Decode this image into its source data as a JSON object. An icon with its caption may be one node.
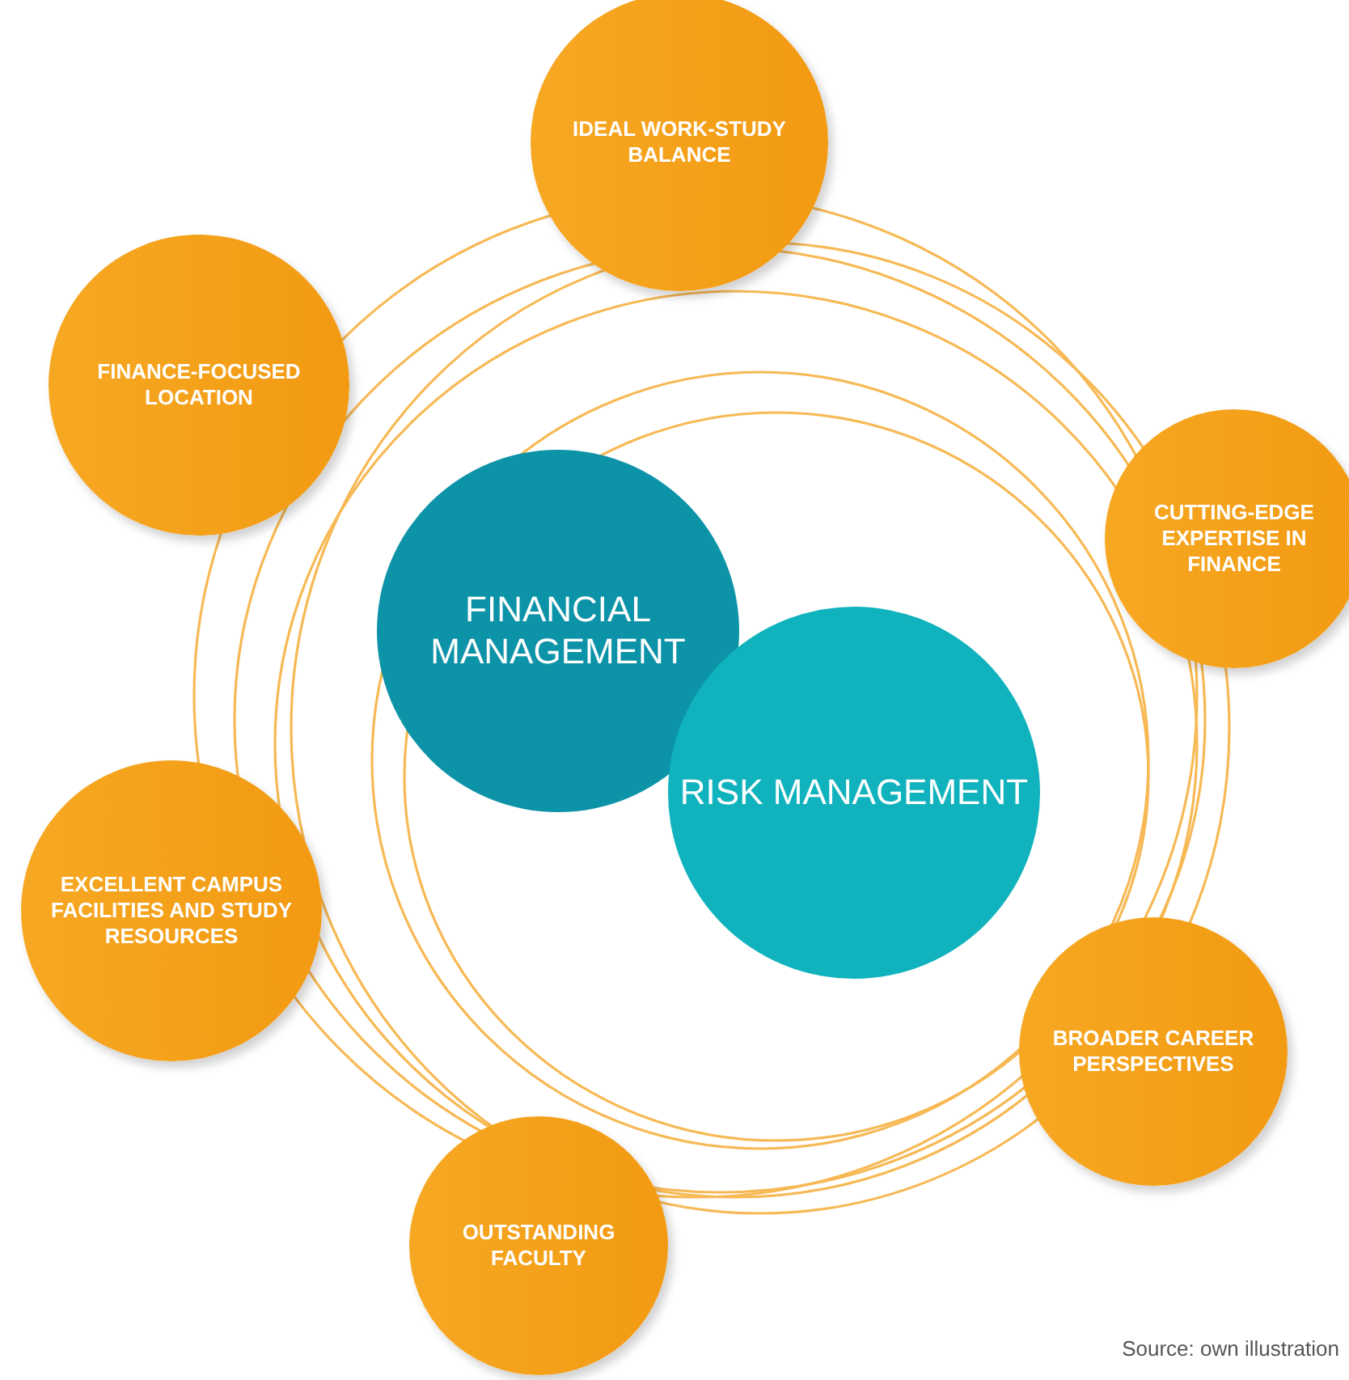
{
  "diagram": {
    "caption": "Source: own illustration",
    "nodes": [
      {
        "text": [
          "IDEAL WORK-STUDY BALANCE"
        ]
      },
      {
        "text": [
          "FINANCE-FOCUSED LOCATION"
        ]
      },
      {
        "text": [
          "CUTTING-EDGE EXPERTISE IN FINANCE"
        ]
      },
      {
        "text": [
          "FINANCIAL MANAGEMENT"
        ]
      },
      {
        "text": [
          "RISK MANAGEMENT"
        ]
      },
      {
        "text": [
          "EXCELLENT CAMPUS FACILITIES AND STUDY RESOURCES"
        ]
      },
      {
        "text": [
          "BROADER CAREER PERSPECTIVES"
        ]
      },
      {
        "text": [
          "OUTSTANDING FACULTY"
        ]
      }
    ],
    "edges": []
  }
}
